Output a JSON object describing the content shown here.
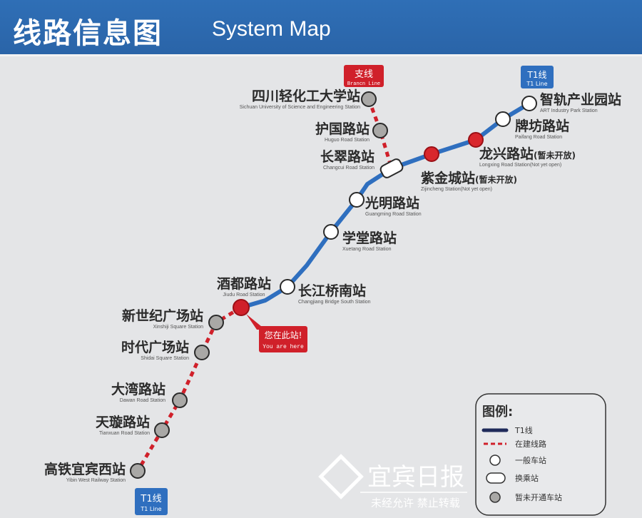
{
  "header": {
    "title_zh": "线路信息图",
    "title_en": "System Map"
  },
  "colors": {
    "line_t1": "#2f6fbf",
    "construction": "#d0202a",
    "header_bg": "#2f6fb6",
    "you_are_here": "#d0202a",
    "not_open": "#d9272d",
    "general": "#ffffff",
    "interchange": "#ffffff",
    "unopened_gray": "#a9a8a6"
  },
  "badges": {
    "branch": {
      "zh": "支线",
      "en": "Brancn Line"
    },
    "t1_top": {
      "zh": "T1线",
      "en": "T1 Line"
    },
    "t1_bottom": {
      "zh": "T1线",
      "en": "T1 Line"
    },
    "you_are_here": {
      "zh": "您在此站!",
      "en": "You are here"
    }
  },
  "stations": [
    {
      "zh": "四川轻化工大学站",
      "en": "Sichuan University of Science and Engineering Station",
      "type": "unopened"
    },
    {
      "zh": "护国路站",
      "en": "Huguo Road Station",
      "type": "unopened"
    },
    {
      "zh": "长翠路站",
      "en": "Changcui Road Station",
      "type": "interchange"
    },
    {
      "zh": "紫金城站",
      "note": "(暂未开放)",
      "en": "Zijincheng Station(Not yet open)",
      "type": "not-open"
    },
    {
      "zh": "龙兴路站",
      "note": "(暂未开放)",
      "en": "Longxing Road Station(Not yet open)",
      "type": "not-open"
    },
    {
      "zh": "牌坊路站",
      "en": "Paifang Road Station",
      "type": "general"
    },
    {
      "zh": "智轨产业园站",
      "en": "ART Industry Park Station",
      "type": "general"
    },
    {
      "zh": "光明路站",
      "en": "Guangming Road Station",
      "type": "general"
    },
    {
      "zh": "学堂路站",
      "en": "Xuetang Road Station",
      "type": "general"
    },
    {
      "zh": "长江桥南站",
      "en": "Changjiang Bridge South Station",
      "type": "general"
    },
    {
      "zh": "酒都路站",
      "en": "Jiudu Road Station",
      "type": "current"
    },
    {
      "zh": "新世纪广场站",
      "en": "Xinshiji Square Station",
      "type": "unopened"
    },
    {
      "zh": "时代广场站",
      "en": "Shidai Square Station",
      "type": "unopened"
    },
    {
      "zh": "大湾路站",
      "en": "Dawan Road Station",
      "type": "unopened"
    },
    {
      "zh": "天璇路站",
      "en": "Tianxuan Road Station",
      "type": "unopened"
    },
    {
      "zh": "高铁宜宾西站",
      "en": "Yibin West Railway Station",
      "type": "unopened"
    }
  ],
  "legend": {
    "title": "图例:",
    "items": [
      {
        "label": "T1线",
        "icon": "solid-line"
      },
      {
        "label": "在建线路",
        "icon": "dashed-line"
      },
      {
        "label": "一般车站",
        "icon": "white-circle"
      },
      {
        "label": "换乘站",
        "icon": "pill"
      },
      {
        "label": "暂未开通车站",
        "icon": "gray-circle"
      }
    ]
  },
  "watermark": {
    "name": "宜宾日报",
    "notice": "未经允许  禁止转载"
  }
}
